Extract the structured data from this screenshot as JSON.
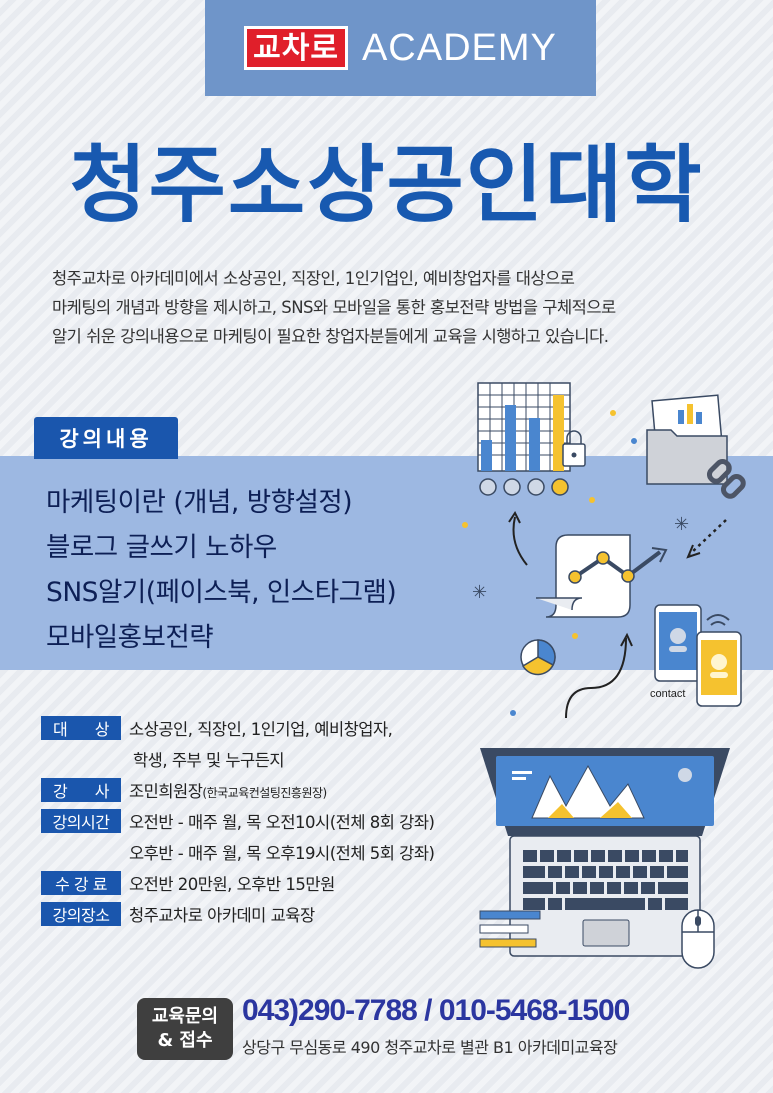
{
  "header": {
    "logo_text": "교차로",
    "academy_text": "ACADEMY"
  },
  "title": "청주소상공인대학",
  "intro_lines": [
    "청주교차로 아카데미에서 소상공인, 직장인, 1인기업인, 예비창업자를 대상으로",
    "마케팅의 개념과 방향을 제시하고, SNS와 모바일을 통한 홍보전략 방법을 구체적으로",
    "알기 쉬운 강의내용으로 마케팅이 필요한 창업자분들에게  교육을 시행하고 있습니다."
  ],
  "lecture_section": {
    "tab_label": "강의내용",
    "items": [
      "마케팅이란 (개념, 방향설정)",
      "블로그 글쓰기 노하우",
      "SNS알기(페이스북, 인스타그램)",
      "모바일홍보전략"
    ]
  },
  "info": {
    "target": {
      "label_a": "대",
      "label_b": "상",
      "value_1": "소상공인, 직장인, 1인기업, 예비창업자,",
      "value_2": "학생, 주부 및 누구든지"
    },
    "instructor": {
      "label_a": "강",
      "label_b": "사",
      "value": "조민희원장",
      "note": "(한국교육컨설팅진흥원장)"
    },
    "schedule": {
      "label": "강의시간",
      "value_1": "오전반 - 매주 월, 목 오전10시(전체 8회 강좌)",
      "value_2": "오후반 - 매주 월, 목 오후19시(전체 5회 강좌)"
    },
    "fee": {
      "label": "수 강 료",
      "value": "오전반 20만원, 오후반 15만원"
    },
    "venue": {
      "label": "강의장소",
      "value": "청주교차로 아카데미 교육장"
    }
  },
  "contact": {
    "label_1": "교육문의",
    "label_2": "& 접수",
    "phone": "043)290-7788 / 010-5468-1500",
    "address": "상당구 무심동로 490 청주교차로 별관 B1 아카데미교육장"
  },
  "illustration": {
    "phone_label": "contact"
  },
  "colors": {
    "brand_blue": "#1a56ad",
    "title_blue": "#1859b0",
    "band_blue": "#9db8e2",
    "header_blue": "#6f95c9",
    "logo_red": "#e01f2a",
    "accent_yellow": "#f5c22f"
  }
}
